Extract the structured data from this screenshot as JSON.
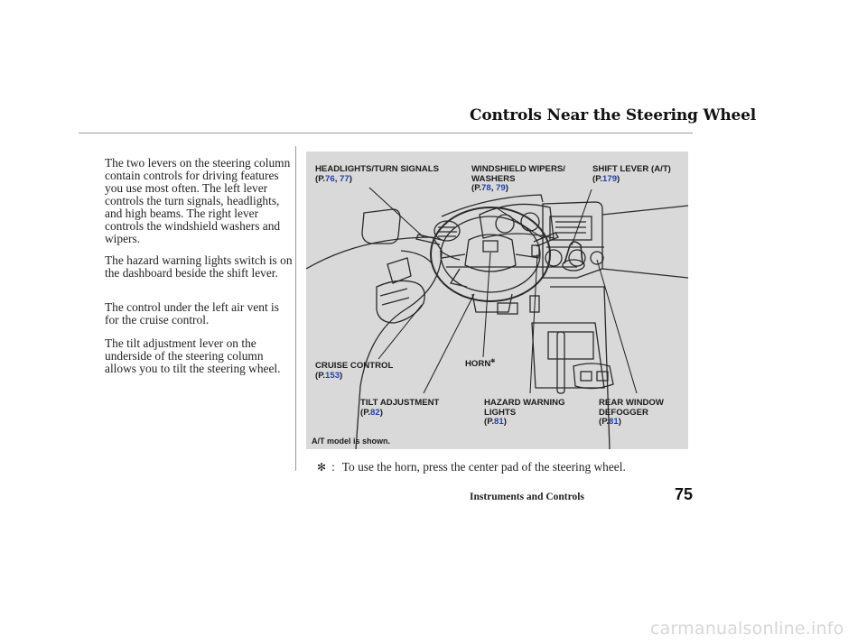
{
  "header": {
    "title": "Controls Near the Steering Wheel"
  },
  "body": {
    "paragraphs": [
      "The two levers on the steering column contain controls for driving features you use most often. The left lever controls the turn signals, headlights, and high beams. The right lever controls the windshield washers and wipers.",
      "The hazard warning lights switch is on the dashboard beside the shift lever.",
      "The control under the left air vent is for the cruise control.",
      "The tilt adjustment lever on the underside of the steering column allows you to tilt the steering wheel."
    ]
  },
  "figure": {
    "background": "#d9d9d9",
    "line_color": "#1b1b1b",
    "page_ref_color": "#1f3fb0",
    "labels": {
      "headlights": {
        "name": "HEADLIGHTS/TURN SIGNALS",
        "open": "(P.",
        "p1": "76",
        "sep": ", ",
        "p2": "77",
        "close": ")"
      },
      "wipers": {
        "name1": "WINDSHIELD WIPERS/",
        "name2": "WASHERS",
        "open": "(P.",
        "p1": "78",
        "sep": ", ",
        "p2": "79",
        "close": ")"
      },
      "shift": {
        "name": "SHIFT LEVER (A/T)",
        "open": "(P.",
        "p1": "179",
        "close": ")"
      },
      "cruise": {
        "name": "CRUISE CONTROL",
        "open": "(P.",
        "p1": "153",
        "close": ")"
      },
      "horn": {
        "name": "HORN",
        "mark": "✻"
      },
      "tilt": {
        "name": "TILT ADJUSTMENT",
        "open": "(P.",
        "p1": "82",
        "close": ")"
      },
      "hazard": {
        "name1": "HAZARD WARNING",
        "name2": "LIGHTS",
        "open": "(P.",
        "p1": "81",
        "close": ")"
      },
      "defogger": {
        "name1": "REAR WINDOW",
        "name2": "DEFOGGER",
        "open": "(P.",
        "p1": "81",
        "close": ")"
      }
    },
    "caption": "A/T model is shown."
  },
  "footnote": {
    "mark": "✻",
    "colon": ":",
    "text": "To use the horn, press the center pad of the steering wheel."
  },
  "footer": {
    "section": "Instruments and Controls",
    "page_number": "75"
  },
  "watermark": "carmanualsonline.info"
}
